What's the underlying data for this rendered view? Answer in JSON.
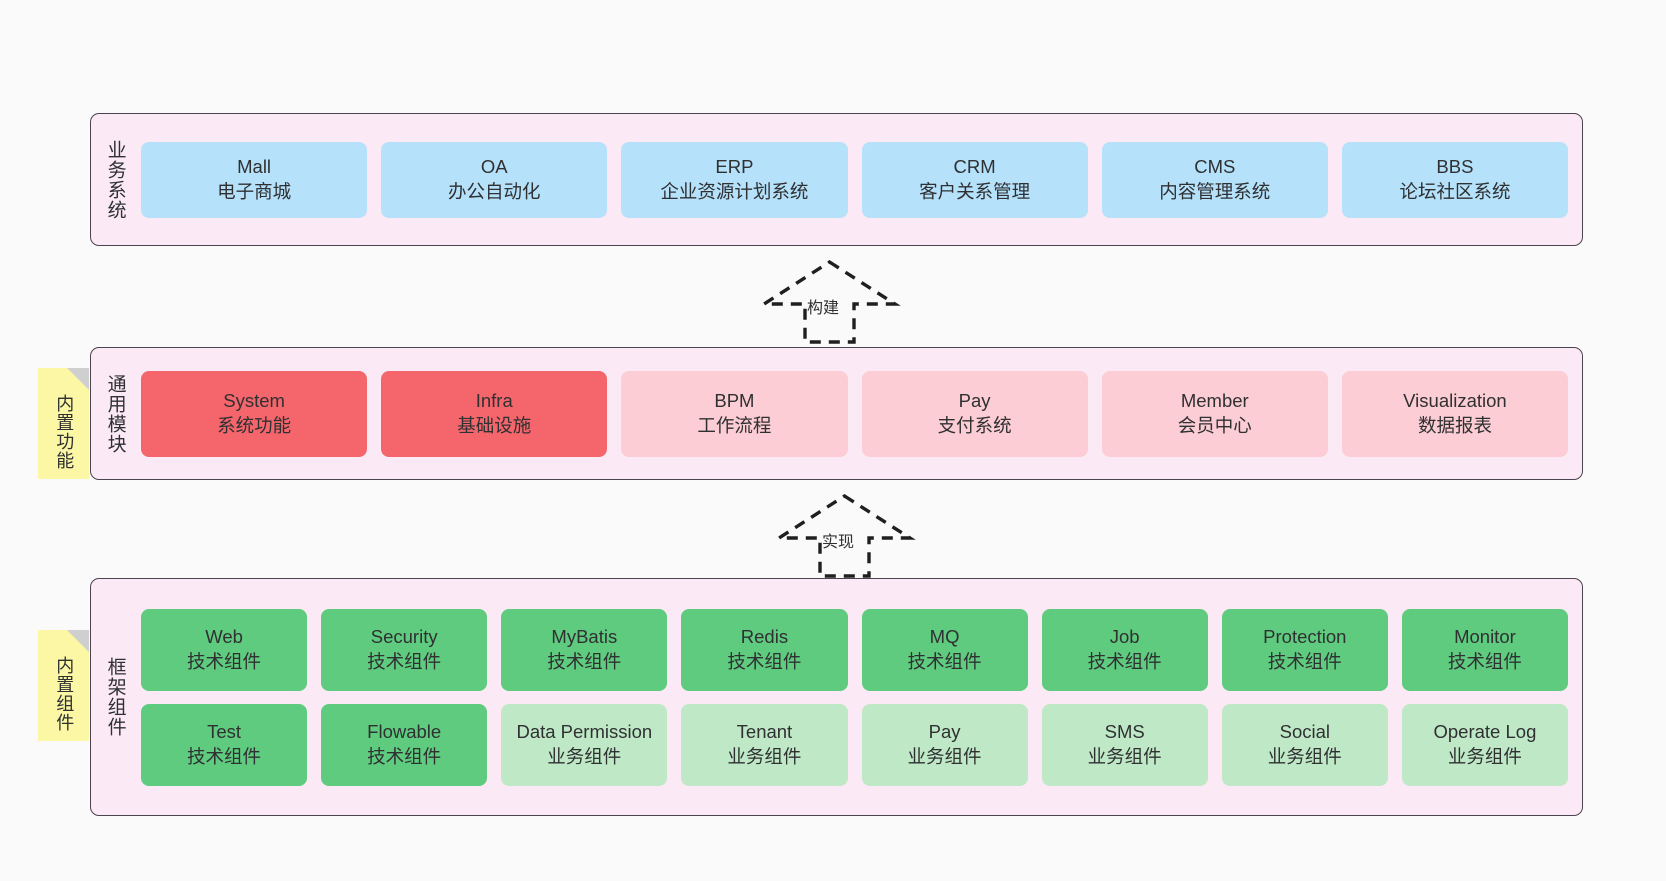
{
  "diagram": {
    "title_not_shown": "",
    "colors": {
      "panel_bg": "#fbeaf5",
      "panel_border": "#4b4450",
      "business": "#b5e1fa",
      "module_primary": "#f4666c",
      "module_secondary": "#fccdd4",
      "tech_component": "#5fcb7f",
      "biz_component": "#bfe9c6",
      "note": "#fbf7a4",
      "page_bg": "#fafafa"
    }
  },
  "layers": {
    "business": {
      "label": "业务系统",
      "items": [
        {
          "name": "Mall",
          "desc": "电子商城",
          "color": "c-blue"
        },
        {
          "name": "OA",
          "desc": "办公自动化",
          "color": "c-blue"
        },
        {
          "name": "ERP",
          "desc": "企业资源计划系统",
          "color": "c-blue"
        },
        {
          "name": "CRM",
          "desc": "客户关系管理",
          "color": "c-blue"
        },
        {
          "name": "CMS",
          "desc": "内容管理系统",
          "color": "c-blue"
        },
        {
          "name": "BBS",
          "desc": "论坛社区系统",
          "color": "c-blue"
        }
      ]
    },
    "modules": {
      "label": "通用模块",
      "note": "内置功能",
      "items": [
        {
          "name": "System",
          "desc": "系统功能",
          "color": "c-red"
        },
        {
          "name": "Infra",
          "desc": "基础设施",
          "color": "c-red"
        },
        {
          "name": "BPM",
          "desc": "工作流程",
          "color": "c-pink"
        },
        {
          "name": "Pay",
          "desc": "支付系统",
          "color": "c-pink"
        },
        {
          "name": "Member",
          "desc": "会员中心",
          "color": "c-pink"
        },
        {
          "name": "Visualization",
          "desc": "数据报表",
          "color": "c-pink"
        }
      ]
    },
    "framework": {
      "label": "框架组件",
      "note": "内置组件",
      "row1": [
        {
          "name": "Web",
          "desc": "技术组件",
          "color": "c-green"
        },
        {
          "name": "Security",
          "desc": "技术组件",
          "color": "c-green"
        },
        {
          "name": "MyBatis",
          "desc": "技术组件",
          "color": "c-green"
        },
        {
          "name": "Redis",
          "desc": "技术组件",
          "color": "c-green"
        },
        {
          "name": "MQ",
          "desc": "技术组件",
          "color": "c-green"
        },
        {
          "name": "Job",
          "desc": "技术组件",
          "color": "c-green"
        },
        {
          "name": "Protection",
          "desc": "技术组件",
          "color": "c-green"
        },
        {
          "name": "Monitor",
          "desc": "技术组件",
          "color": "c-green"
        }
      ],
      "row2": [
        {
          "name": "Test",
          "desc": "技术组件",
          "color": "c-green"
        },
        {
          "name": "Flowable",
          "desc": "技术组件",
          "color": "c-green"
        },
        {
          "name": "Data Permission",
          "desc": "业务组件",
          "color": "c-lgreen",
          "wrap": true
        },
        {
          "name": "Tenant",
          "desc": "业务组件",
          "color": "c-lgreen"
        },
        {
          "name": "Pay",
          "desc": "业务组件",
          "color": "c-lgreen"
        },
        {
          "name": "SMS",
          "desc": "业务组件",
          "color": "c-lgreen"
        },
        {
          "name": "Social",
          "desc": "业务组件",
          "color": "c-lgreen"
        },
        {
          "name": "Operate Log",
          "desc": "业务组件",
          "color": "c-lgreen"
        }
      ]
    }
  },
  "connectors": [
    {
      "label": "构建"
    },
    {
      "label": "实现"
    }
  ]
}
